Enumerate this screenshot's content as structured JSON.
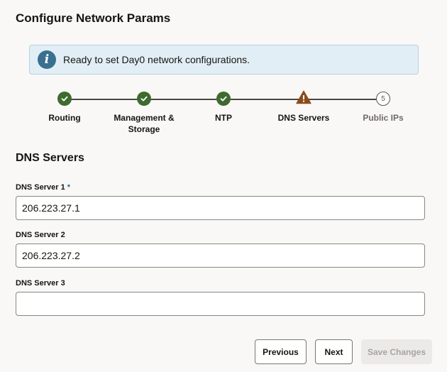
{
  "header": {
    "title": "Configure Network Params"
  },
  "banner": {
    "icon": "info-icon",
    "message": "Ready to set Day0 network configurations."
  },
  "train": {
    "steps": [
      {
        "label": "Routing",
        "status": "complete",
        "icon": "check-icon"
      },
      {
        "label": "Management & Storage",
        "status": "complete",
        "icon": "check-icon"
      },
      {
        "label": "NTP",
        "status": "complete",
        "icon": "check-icon"
      },
      {
        "label": "DNS Servers",
        "status": "warning",
        "icon": "warning-icon"
      },
      {
        "label": "Public IPs",
        "status": "pending",
        "number": "5"
      }
    ],
    "colors": {
      "complete": "#3e6b2e",
      "warning": "#8c4a1c",
      "pending": "#5a5652"
    }
  },
  "section": {
    "title": "DNS Servers"
  },
  "form": {
    "fields": [
      {
        "label": "DNS Server 1",
        "required": true,
        "required_mark": "*",
        "value": "206.223.27.1"
      },
      {
        "label": "DNS Server 2",
        "required": false,
        "value": "206.223.27.2"
      },
      {
        "label": "DNS Server 3",
        "required": false,
        "value": ""
      }
    ]
  },
  "actions": {
    "previous_label": "Previous",
    "next_label": "Next",
    "save_label": "Save Changes",
    "save_disabled": true
  }
}
